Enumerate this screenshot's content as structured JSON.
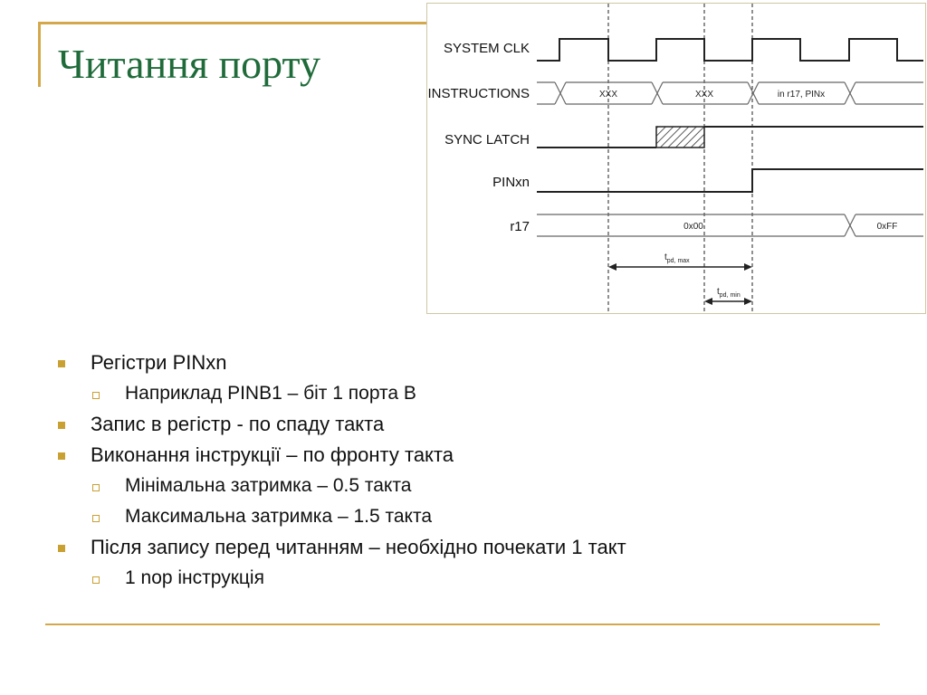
{
  "slide": {
    "title": "Читання порту"
  },
  "diagram": {
    "signal_labels": {
      "system_clk": "SYSTEM CLK",
      "instructions": "INSTRUCTIONS",
      "sync_latch": "SYNC LATCH",
      "pinxn": "PINxn",
      "r17": "r17"
    },
    "instruction_values": [
      "XXX",
      "XXX",
      "in r17, PINx"
    ],
    "r17_values": [
      "0x00",
      "0xFF"
    ],
    "timing_annotations": {
      "tpd_max": {
        "t": "t",
        "sub": "pd, max"
      },
      "tpd_min": {
        "t": "t",
        "sub": "pd, min"
      }
    }
  },
  "bullets": [
    {
      "level": 1,
      "text": "Регістри PINxn"
    },
    {
      "level": 2,
      "text": "Наприклад PINB1 – біт 1 порта B"
    },
    {
      "level": 1,
      "text": "Запис в регістр - по спаду такта"
    },
    {
      "level": 1,
      "text": "Виконання інструкції – по фронту такта"
    },
    {
      "level": 2,
      "text": "Мінімальна затримка – 0.5 такта"
    },
    {
      "level": 2,
      "text": "Максимальна затримка – 1.5 такта"
    },
    {
      "level": 1,
      "text": "Після запису перед читанням – необхідно почекати 1 такт"
    },
    {
      "level": 2,
      "text": "1 nop інструкція"
    }
  ],
  "colors": {
    "title": "#1f6b3a",
    "accent": "#d4a84a",
    "bullet": "#c9a032"
  }
}
